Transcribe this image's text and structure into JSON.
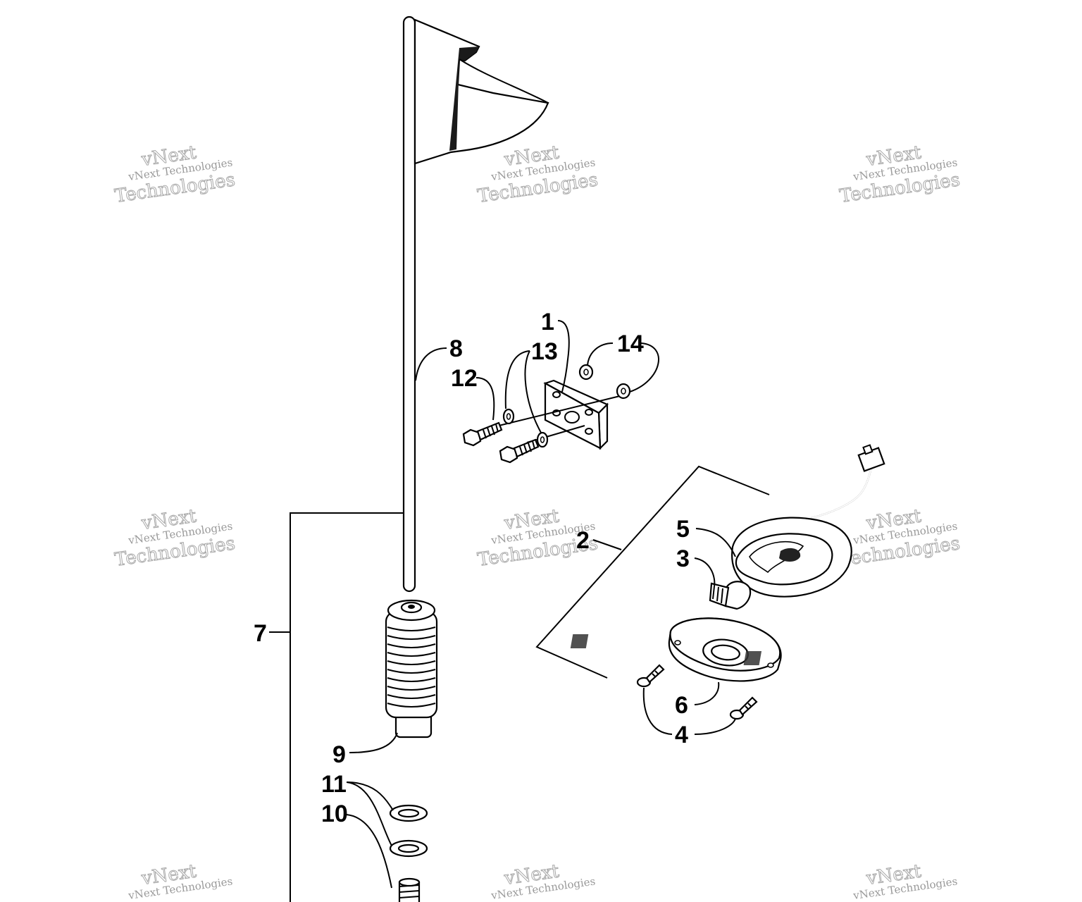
{
  "diagram": {
    "callouts": [
      {
        "id": "1",
        "label": "1"
      },
      {
        "id": "2",
        "label": "2"
      },
      {
        "id": "3",
        "label": "3"
      },
      {
        "id": "4",
        "label": "4"
      },
      {
        "id": "5",
        "label": "5"
      },
      {
        "id": "6",
        "label": "6"
      },
      {
        "id": "7",
        "label": "7"
      },
      {
        "id": "8",
        "label": "8"
      },
      {
        "id": "9",
        "label": "9"
      },
      {
        "id": "10",
        "label": "10"
      },
      {
        "id": "11",
        "label": "11"
      },
      {
        "id": "12",
        "label": "12"
      },
      {
        "id": "13",
        "label": "13"
      },
      {
        "id": "14",
        "label": "14"
      }
    ],
    "watermark": {
      "small_text": "vNext Technologies",
      "big_line1": "vNext",
      "big_line2": "Technologies"
    }
  }
}
